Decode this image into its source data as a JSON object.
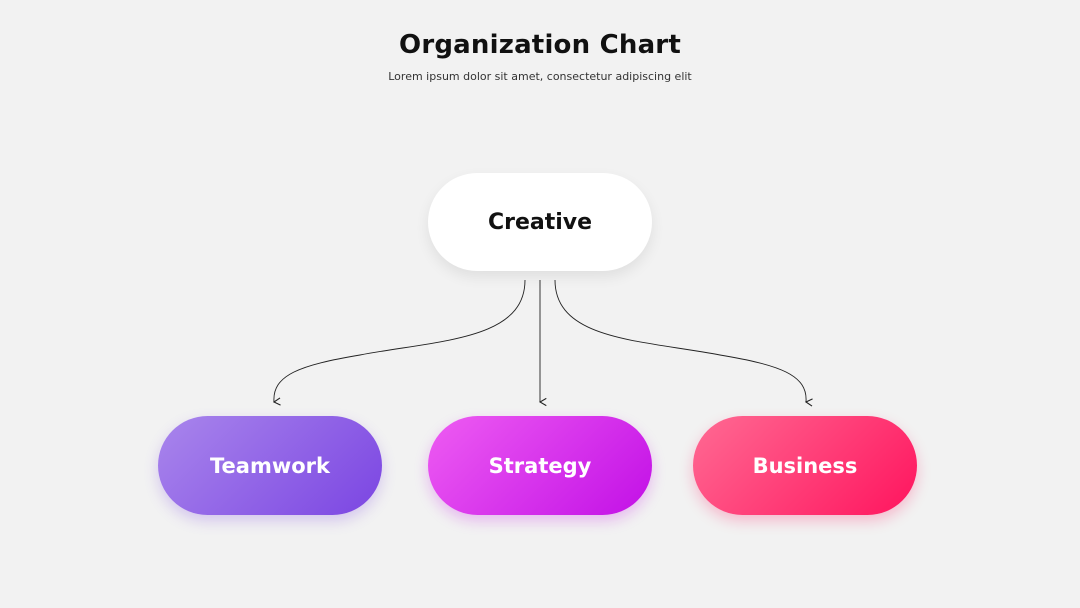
{
  "header": {
    "title": "Organization Chart",
    "subtitle": "Lorem ipsum dolor sit amet, consectetur adipiscing elit"
  },
  "chart": {
    "root": {
      "label": "Creative"
    },
    "children": [
      {
        "label": "Teamwork",
        "color_start": "#a986ec",
        "color_end": "#7b45e2"
      },
      {
        "label": "Strategy",
        "color_start": "#ee5cf2",
        "color_end": "#c210e6"
      },
      {
        "label": "Business",
        "color_start": "#ff6a93",
        "color_end": "#ff145e"
      }
    ]
  },
  "colors": {
    "background": "#f2f2f2",
    "root_fill": "#ffffff",
    "connector": "#222222"
  }
}
